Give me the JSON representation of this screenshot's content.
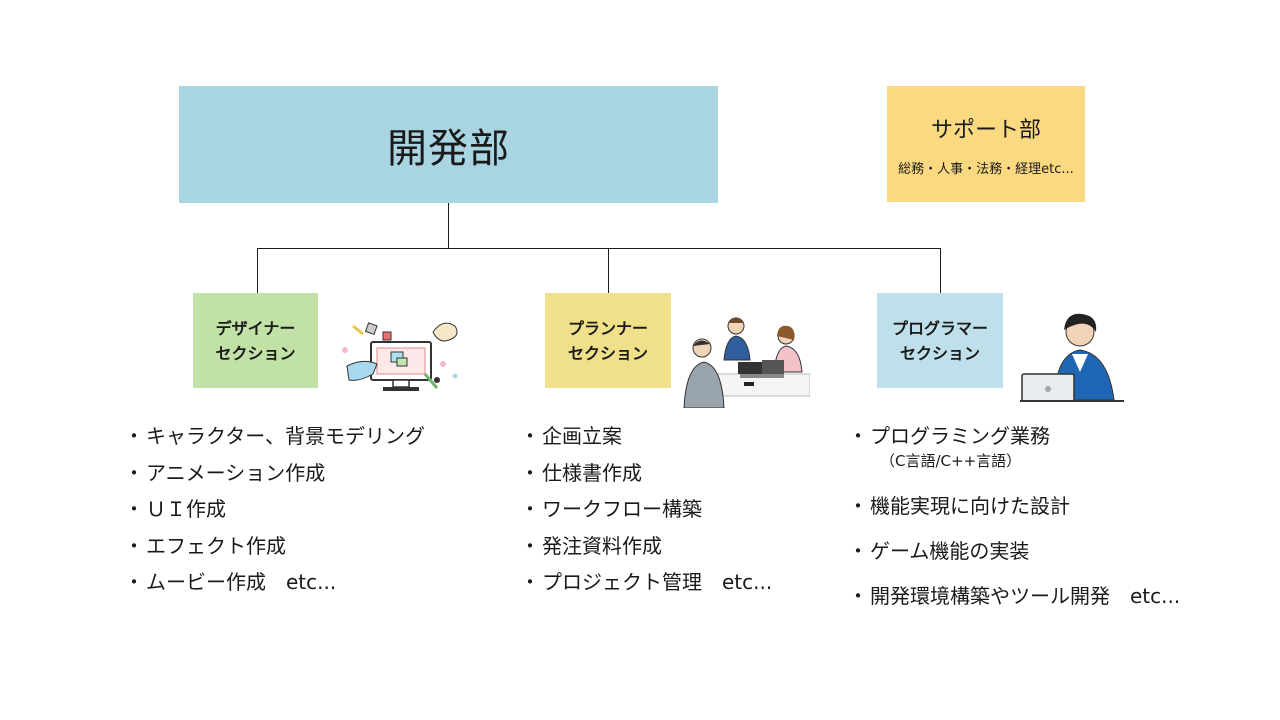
{
  "dev_department": {
    "title": "開発部"
  },
  "support_department": {
    "title": "サポート部",
    "subtitle": "総務・人事・法務・経理etc..."
  },
  "sections": {
    "designer": {
      "title_line1": "デザイナー",
      "title_line2": "セクション",
      "items": [
        "キャラクター、背景モデリング",
        "アニメーション作成",
        "ＵＩ作成",
        "エフェクト作成",
        "ムービー作成　etc..."
      ]
    },
    "planner": {
      "title_line1": "プランナー",
      "title_line2": "セクション",
      "items": [
        "企画立案",
        "仕様書作成",
        "ワークフロー構築",
        "発注資料作成",
        "プロジェクト管理　etc..."
      ]
    },
    "programmer": {
      "title_line1": "プログラマー",
      "title_line2": "セクション",
      "items": [
        "プログラミング業務",
        "（C言語/C++言語）",
        "機能実現に向けた設計",
        "ゲーム機能の実装",
        "開発環境構築やツール開発　etc..."
      ]
    }
  },
  "colors": {
    "dev_box": "#a9d5e2",
    "support_box": "#fbd980",
    "designer_box": "#c2e1a6",
    "planner_box": "#f0e089",
    "programmer_box": "#bfe0ea"
  },
  "illustrations": [
    "computer-design-illustration",
    "team-meeting-illustration",
    "programmer-laptop-illustration"
  ]
}
